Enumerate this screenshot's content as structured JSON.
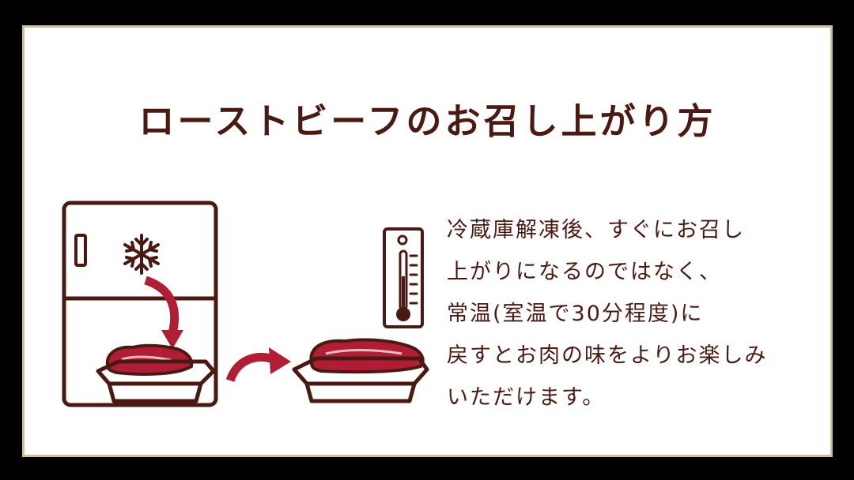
{
  "title": "ローストビーフのお召し上がり方",
  "description": {
    "lines": [
      "冷蔵庫解凍後、すぐにお召し",
      "上がりになるのではなく、",
      "常温(室温で30分程度)に",
      "戻すとお肉の味をよりお楽しみ",
      "いただけます。"
    ]
  },
  "icons": {
    "fridge": "refrigerator-icon",
    "snowflake": "snowflake-icon",
    "thermometer": "thermometer-icon",
    "meat": "roast-beef-icon"
  },
  "colors": {
    "background": "#000000",
    "card": "#ffffff",
    "border": "#c9bfa2",
    "ink": "#4a1a12",
    "meat": "#b01e35"
  }
}
